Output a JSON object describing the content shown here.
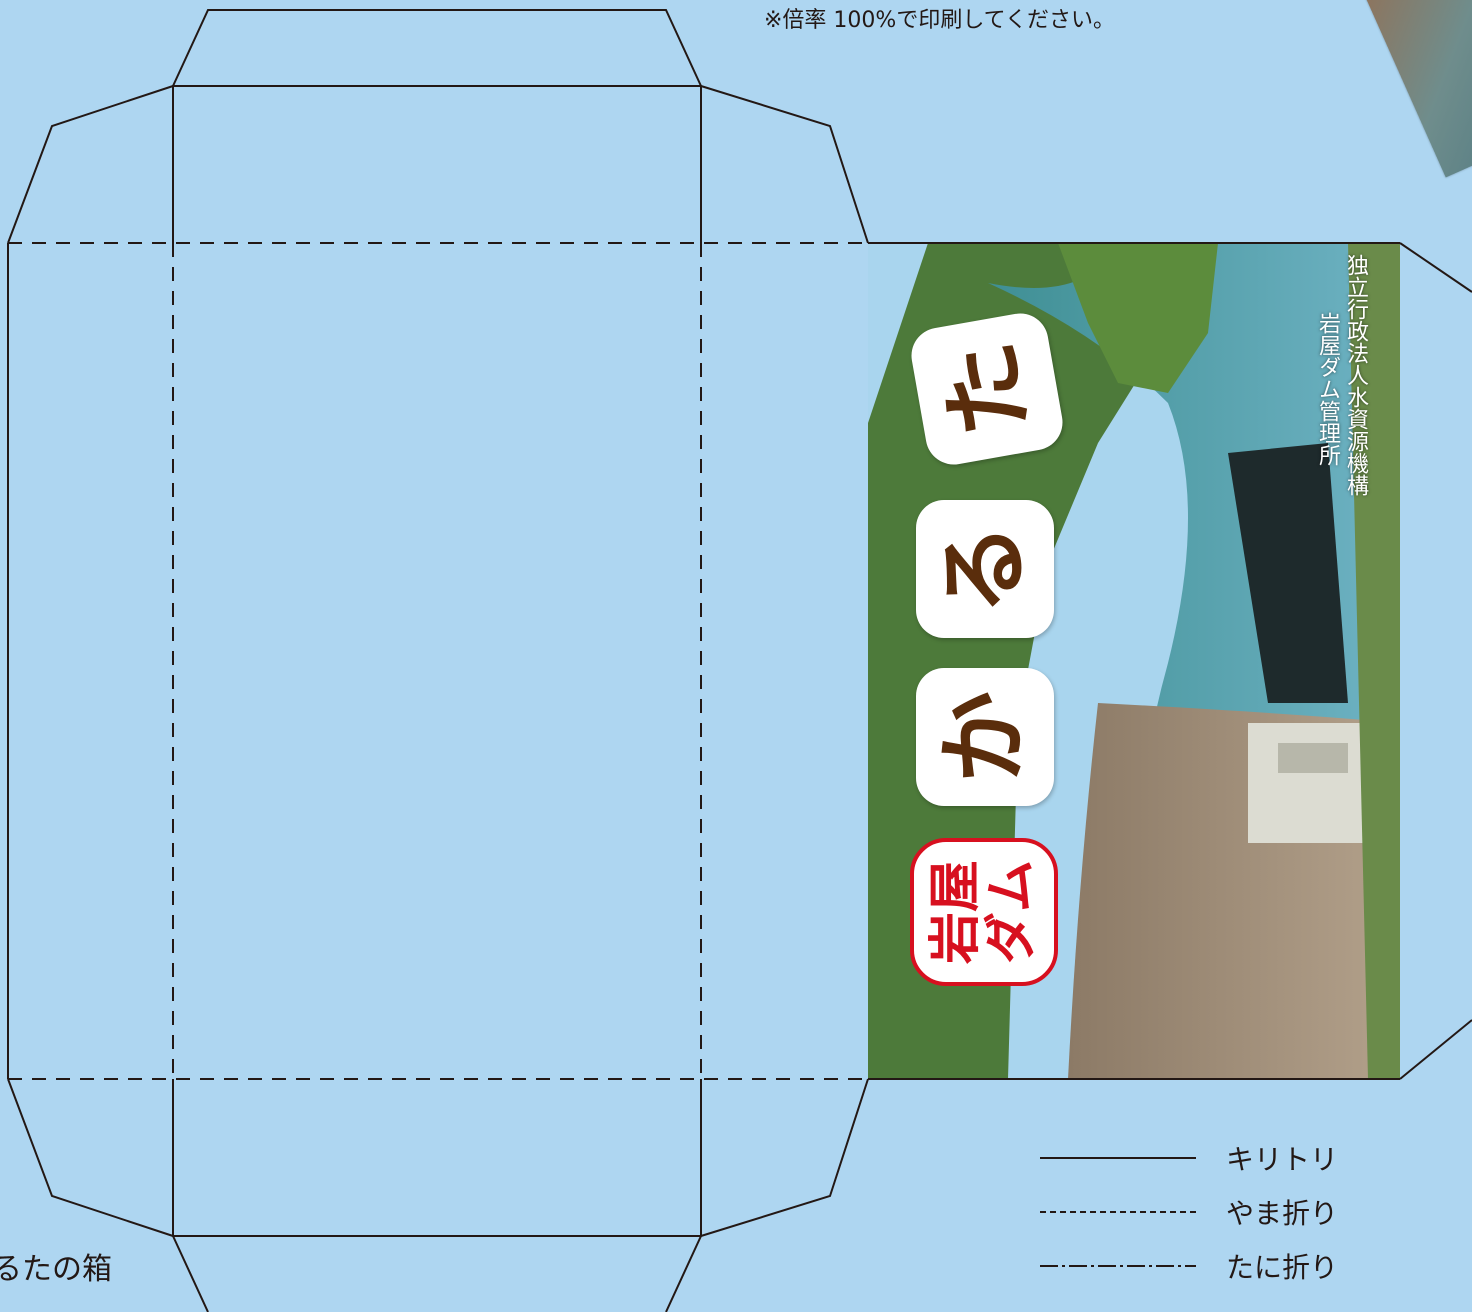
{
  "header": {
    "print_note": "※倍率 100%で印刷してください。"
  },
  "box": {
    "label": "るたの箱",
    "lid_title_chars": [
      "か",
      "る",
      "た"
    ],
    "logo_text_lines": [
      "岩屋",
      "ダム"
    ],
    "organization_lines": [
      "独立行政法人水資源機構",
      "岩屋ダム管理所"
    ]
  },
  "legend": {
    "items": [
      {
        "style": "solid",
        "label": "キリトリ"
      },
      {
        "style": "dashed",
        "label": "やま折り"
      },
      {
        "style": "dash-dot",
        "label": "たに折り"
      }
    ]
  },
  "colors": {
    "background": "#aed6f1",
    "line": "#231815",
    "title_text": "#5a2d0c",
    "logo_red": "#d7101f"
  }
}
